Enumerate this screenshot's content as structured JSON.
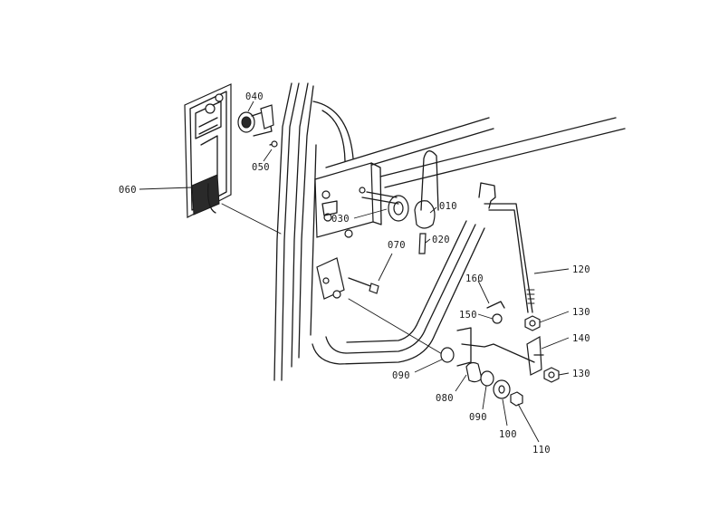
{
  "parts": [
    {
      "id": "p010",
      "label": "010"
    },
    {
      "id": "p020",
      "label": "020"
    },
    {
      "id": "p030",
      "label": "030"
    },
    {
      "id": "p040",
      "label": "040"
    },
    {
      "id": "p050",
      "label": "050"
    },
    {
      "id": "p060",
      "label": "060"
    },
    {
      "id": "p070",
      "label": "070"
    },
    {
      "id": "p080",
      "label": "080"
    },
    {
      "id": "p090a",
      "label": "090"
    },
    {
      "id": "p090b",
      "label": "090"
    },
    {
      "id": "p100",
      "label": "100"
    },
    {
      "id": "p110",
      "label": "110"
    },
    {
      "id": "p120",
      "label": "120"
    },
    {
      "id": "p130a",
      "label": "130"
    },
    {
      "id": "p130b",
      "label": "130"
    },
    {
      "id": "p140",
      "label": "140"
    },
    {
      "id": "p150",
      "label": "150"
    },
    {
      "id": "p160",
      "label": "160"
    }
  ]
}
